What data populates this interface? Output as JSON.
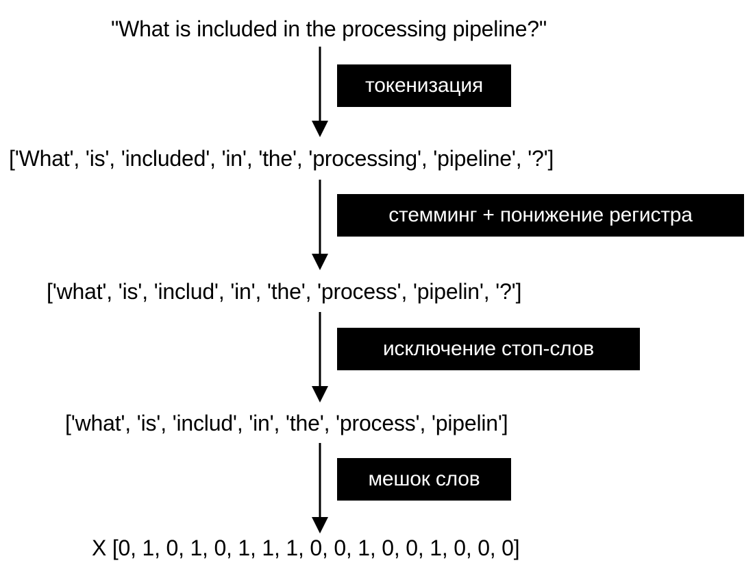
{
  "stages": [
    "\"What is included in the processing pipeline?\"",
    "['What', 'is', 'included', 'in', 'the', 'processing', 'pipeline', '?']",
    "['what', 'is', 'includ', 'in', 'the', 'process', 'pipelin', '?']",
    "['what', 'is', 'includ', 'in', 'the', 'process', 'pipelin']",
    "X [0, 1, 0, 1, 0, 1, 1, 1, 0, 0, 1, 0, 0, 1, 0, 0, 0]"
  ],
  "steps": [
    "токенизация",
    "стемминг + понижение регистра",
    "исключение стоп-слов",
    "мешок слов"
  ],
  "colors": {
    "text": "#000000",
    "label_background": "#000000",
    "label_text": "#ffffff",
    "background": "#ffffff"
  }
}
